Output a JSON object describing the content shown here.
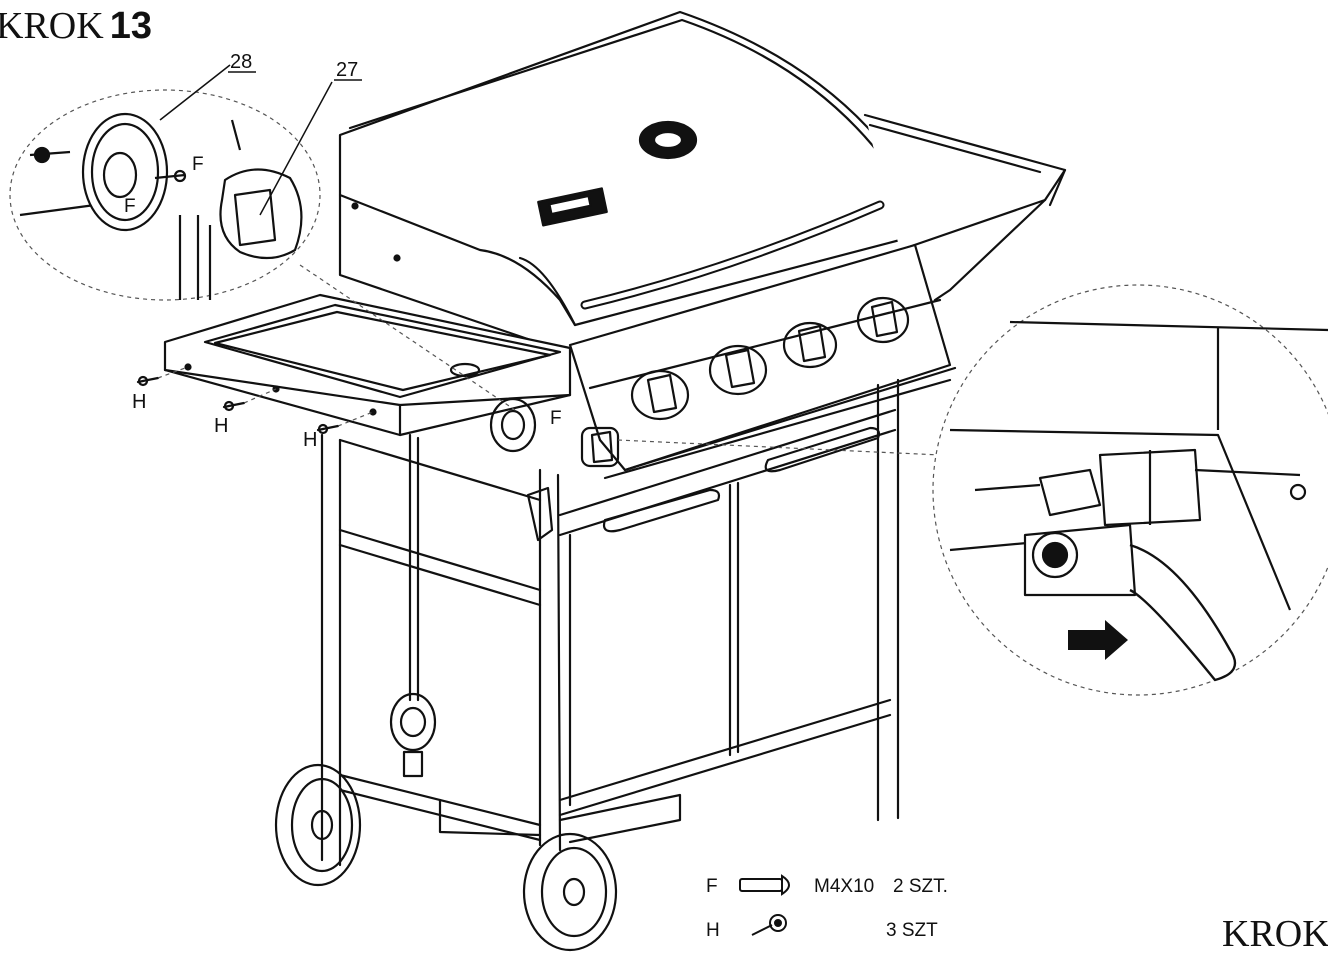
{
  "header": {
    "step_word": "KROK",
    "step_number": "13"
  },
  "footer": {
    "next_step_word": "KROK"
  },
  "parts": {
    "part_28": "28",
    "part_27": "27",
    "screw_f": "F",
    "screw_h": "H"
  },
  "legend": [
    {
      "code": "F",
      "size": "M4X10",
      "qty": "2 SZT."
    },
    {
      "code": "H",
      "size": "",
      "qty": "3 SZT"
    }
  ],
  "colors": {
    "ink": "#111111",
    "paper": "#ffffff",
    "dashed": "#555555"
  }
}
